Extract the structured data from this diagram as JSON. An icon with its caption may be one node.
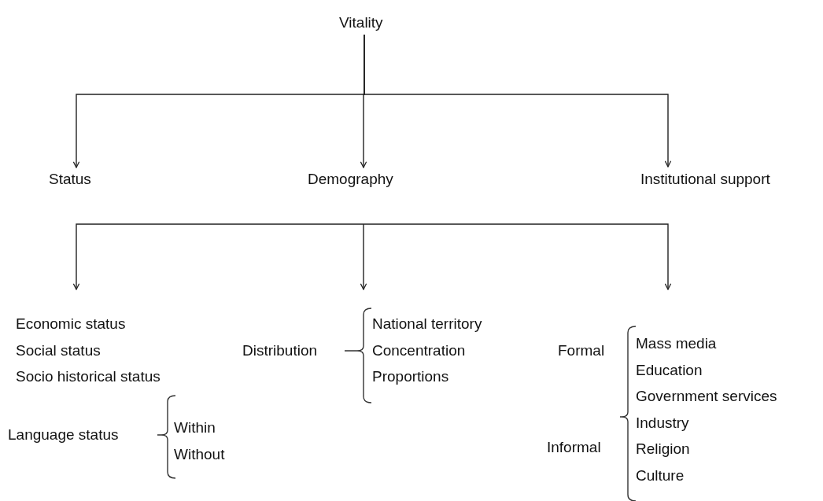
{
  "diagram": {
    "nodes": [
      {
        "text": [
          "Vitality"
        ]
      },
      {
        "text": [
          "Status"
        ]
      },
      {
        "text": [
          "Demography"
        ]
      },
      {
        "text": [
          "Institutional support"
        ]
      },
      {
        "text": [
          "Economic status",
          "Social status",
          "Socio historical status"
        ]
      },
      {
        "text": [
          "National territory",
          "Concentration",
          "Proportions"
        ]
      },
      {
        "text": [
          "Mass media",
          "Education",
          "Government services",
          "Industry",
          "Religion",
          "Culture"
        ]
      }
    ],
    "edges": [
      {
        "from": 0,
        "to": 1,
        "arrow": "to"
      },
      {
        "from": 0,
        "to": 2,
        "arrow": "to"
      },
      {
        "from": 0,
        "to": 3,
        "arrow": "to"
      },
      {
        "from": null,
        "to": 4,
        "arrow": "to"
      },
      {
        "from": null,
        "to": 5,
        "arrow": "to"
      },
      {
        "from": null,
        "to": 6,
        "arrow": "to"
      }
    ],
    "labels": [
      "Distribution",
      "Formal",
      "Language status",
      "Within",
      "Without",
      "Informal"
    ]
  }
}
